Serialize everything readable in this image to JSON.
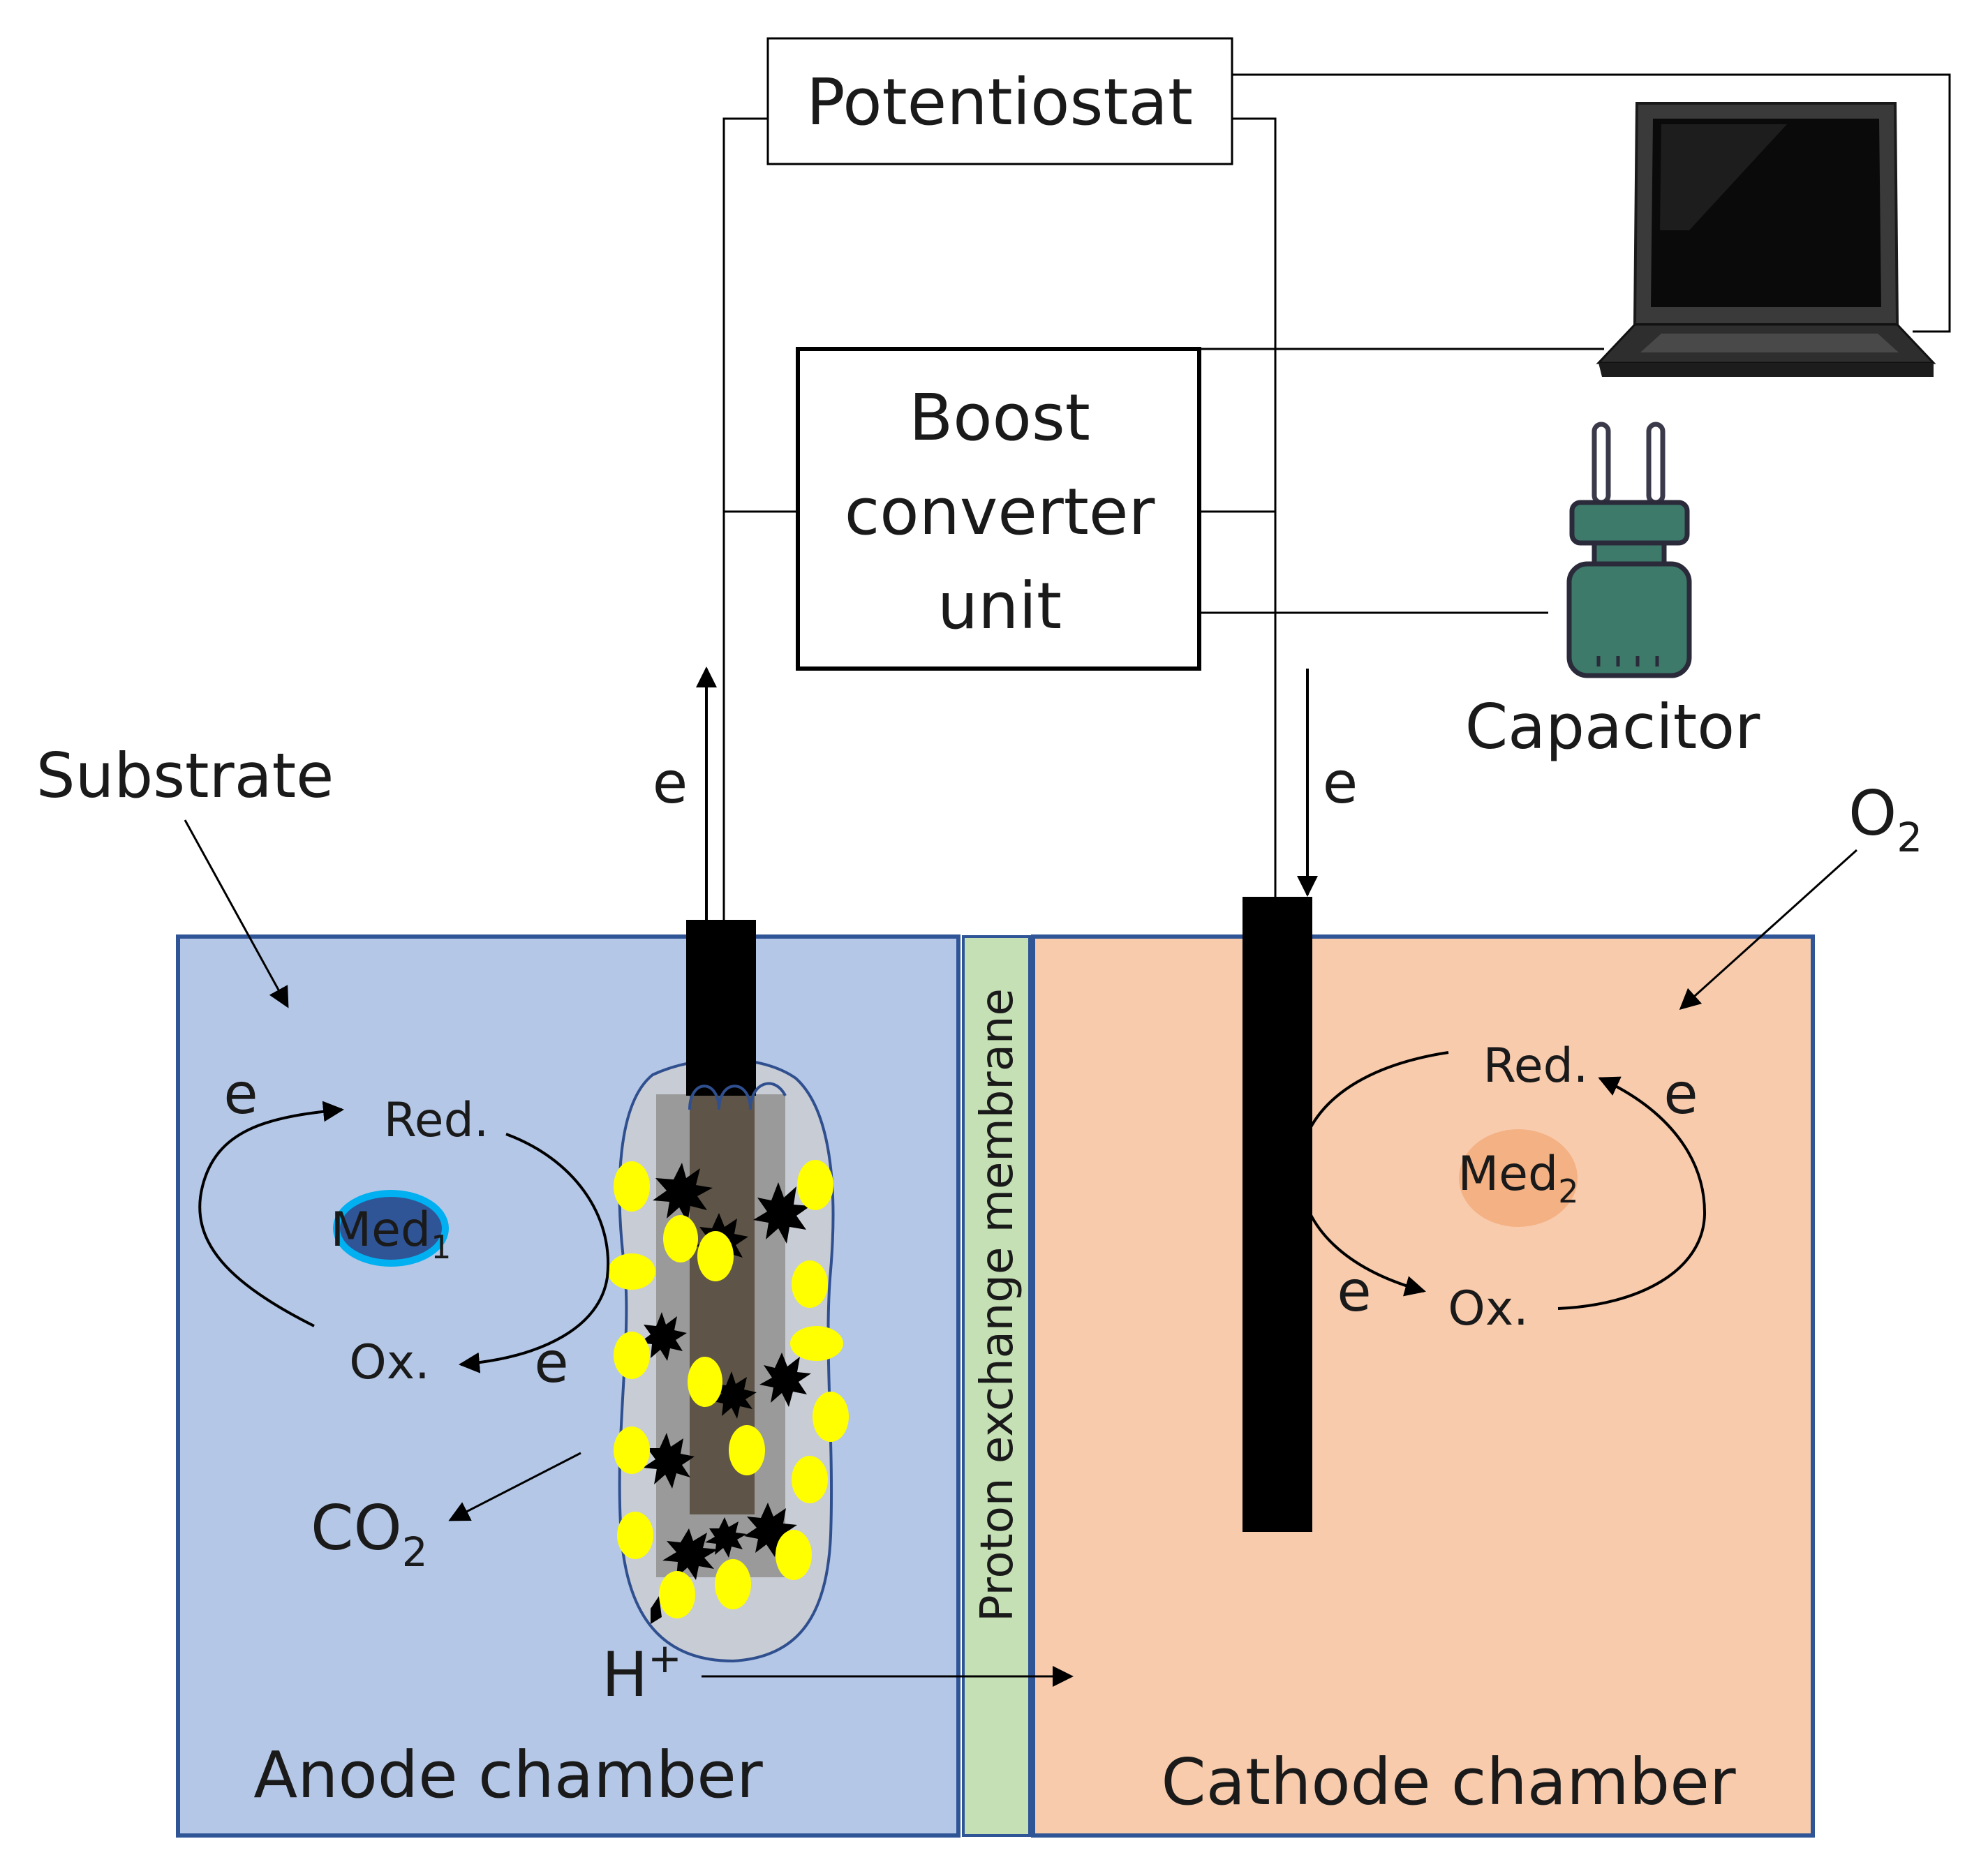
{
  "colors": {
    "anode_fill": "#b4c7e7",
    "anode_stroke": "#2f5597",
    "cathode_fill": "#f8cbad",
    "cathode_stroke": "#2f5597",
    "membrane_fill": "#c5e0b4",
    "electrode": "#000000",
    "biofilm_yellow": "#ffff00",
    "med1": "#2f5597",
    "med1_ring": "#00b0f0",
    "med2": "#f4b183",
    "capacitor": "#3d7a6a"
  },
  "icons": {
    "laptop": "laptop-icon",
    "capacitor": "capacitor-icon"
  },
  "labels": {
    "potentiostat": "Potentiostat",
    "boost_line1": "Boost",
    "boost_line2": "converter",
    "boost_line3": "unit",
    "capacitor": "Capacitor",
    "substrate": "Substrate",
    "o2_main": "O",
    "o2_sub": "2",
    "co2_main": "CO",
    "co2_sub": "2",
    "h_main": "H",
    "h_sup": "+",
    "membrane": "Proton exchange membrane",
    "anode_chamber": "Anode chamber",
    "cathode_chamber": "Cathode chamber",
    "e_anode_up": "e",
    "e_cathode_down": "e",
    "anode_red": "Red.",
    "anode_ox": "Ox.",
    "anode_e_top": "e",
    "anode_e_bottom": "e",
    "med1_main": "Med",
    "med1_sub": "1",
    "cathode_red": "Red.",
    "cathode_ox": "Ox.",
    "cathode_e_right": "e",
    "cathode_e_left": "e",
    "med2_main": "Med",
    "med2_sub": "2"
  }
}
